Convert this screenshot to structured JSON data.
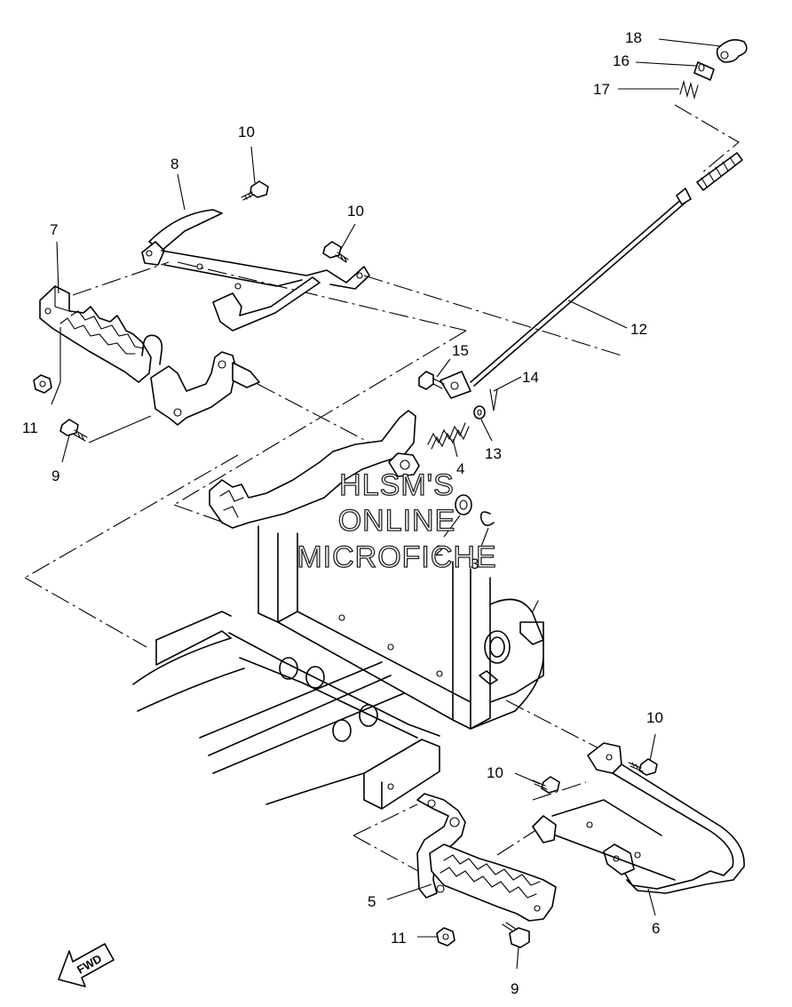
{
  "callouts": [
    {
      "id": "c18",
      "label": "18"
    },
    {
      "id": "c16",
      "label": "16"
    },
    {
      "id": "c17",
      "label": "17"
    },
    {
      "id": "c10a",
      "label": "10"
    },
    {
      "id": "c8",
      "label": "8"
    },
    {
      "id": "c10b",
      "label": "10"
    },
    {
      "id": "c7",
      "label": "7"
    },
    {
      "id": "c12",
      "label": "12"
    },
    {
      "id": "c15",
      "label": "15"
    },
    {
      "id": "c14",
      "label": "14"
    },
    {
      "id": "c11a",
      "label": "11"
    },
    {
      "id": "c9a",
      "label": "9"
    },
    {
      "id": "c13",
      "label": "13"
    },
    {
      "id": "c4",
      "label": "4"
    },
    {
      "id": "c2",
      "label": "2"
    },
    {
      "id": "c3",
      "label": "3"
    },
    {
      "id": "c10c",
      "label": "10"
    },
    {
      "id": "c10d",
      "label": "10"
    },
    {
      "id": "c5",
      "label": "5"
    },
    {
      "id": "c6",
      "label": "6"
    },
    {
      "id": "c11b",
      "label": "11"
    },
    {
      "id": "c9b",
      "label": "9"
    }
  ],
  "watermark": {
    "line1": "HLSM'S",
    "line2": "ONLINE",
    "line3": "MICROFICHE"
  },
  "direction_arrow": {
    "label": "FWD",
    "icon": "fwd-arrow-icon"
  }
}
